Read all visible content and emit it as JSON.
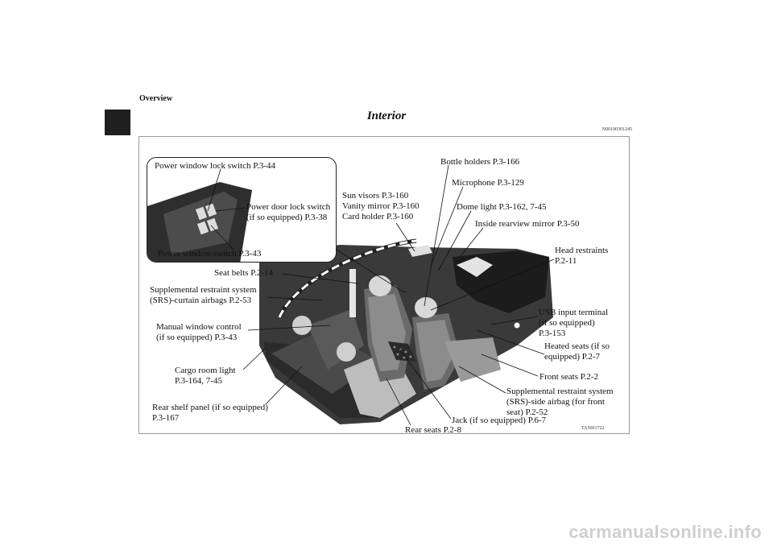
{
  "header": {
    "section": "Overview",
    "title": "Interior",
    "code": "N00100301245"
  },
  "labels": {
    "power_window_lock_switch": "Power window lock switch P.3-44",
    "power_door_lock_switch_line1": "Power door lock switch",
    "power_door_lock_switch_line2": "(if so equipped) P.3-38",
    "power_window_switch": "Power window switch P.3-43",
    "sun_visors": "Sun visors P.3-160",
    "vanity_mirror": "Vanity mirror P.3-160",
    "card_holder": "Card holder P.3-160",
    "bottle_holders": "Bottle holders P.3-166",
    "microphone": "Microphone P.3-129",
    "dome_light": "Dome light P.3-162, 7-45",
    "inside_rearview_mirror": "Inside rearview mirror P.3-50",
    "head_restraints_line1": "Head restraints",
    "head_restraints_line2": "P.2-11",
    "seat_belts": "Seat belts P.2-14",
    "srs_curtain_line1": "Supplemental restraint system",
    "srs_curtain_line2": "(SRS)-curtain airbags P.2-53",
    "manual_window_line1": "Manual window control",
    "manual_window_line2": "(if so equipped) P.3-43",
    "usb_line1": "USB input terminal",
    "usb_line2": "(if so equipped)",
    "usb_line3": "P.3-153",
    "heated_seats_line1": "Heated seats (if so",
    "heated_seats_line2": "equipped) P.2-7",
    "cargo_light_line1": "Cargo room light",
    "cargo_light_line2": "P.3-164, 7-45",
    "front_seats": "Front seats P.2-2",
    "srs_side_line1": "Supplemental restraint system",
    "srs_side_line2": "(SRS)-side airbag (for front",
    "srs_side_line3": "seat) P.2-52",
    "rear_shelf_line1": "Rear shelf panel (if so equipped)",
    "rear_shelf_line2": "P.3-167",
    "jack": "Jack (if so equipped) P.6-7",
    "rear_seats": "Rear seats P.2-8"
  },
  "figure_code": "TA5001722",
  "watermark": "carmanualsonline.info"
}
